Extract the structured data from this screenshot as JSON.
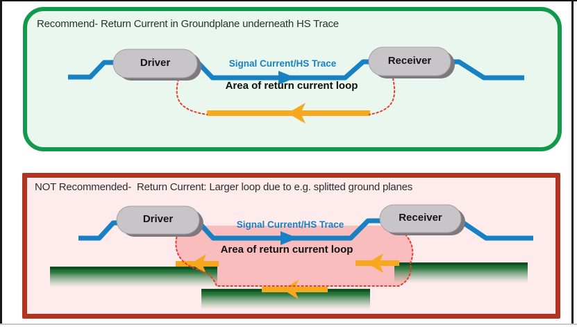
{
  "panels": {
    "good": {
      "title": "Recommend- Return Current in Groundplane underneath HS Trace",
      "driver_label": "Driver",
      "receiver_label": "Receiver",
      "signal_label": "Signal Current/HS Trace",
      "area_label": "Area of return current loop"
    },
    "bad": {
      "title": "NOT Recommended-  Return Current: Larger loop due to e.g. splitted ground planes",
      "driver_label": "Driver",
      "receiver_label": "Receiver",
      "signal_label": "Signal Current/HS Trace",
      "area_label": "Area of return current loop"
    }
  },
  "colors": {
    "good_border": "#13994b",
    "good_bg": "#e9f7ee",
    "bad_border": "#b0341f",
    "bad_bg": "#fdeceb",
    "signal_blue": "#1881c4",
    "return_yellow": "#f7a81c",
    "loop_dash_red": "#ef392b",
    "loop_area_pink": "#f9bdbd",
    "chip_gray": "#c8c5c8",
    "chip_shadow": "#7e797e",
    "plane_green_dark": "#0d5122"
  }
}
